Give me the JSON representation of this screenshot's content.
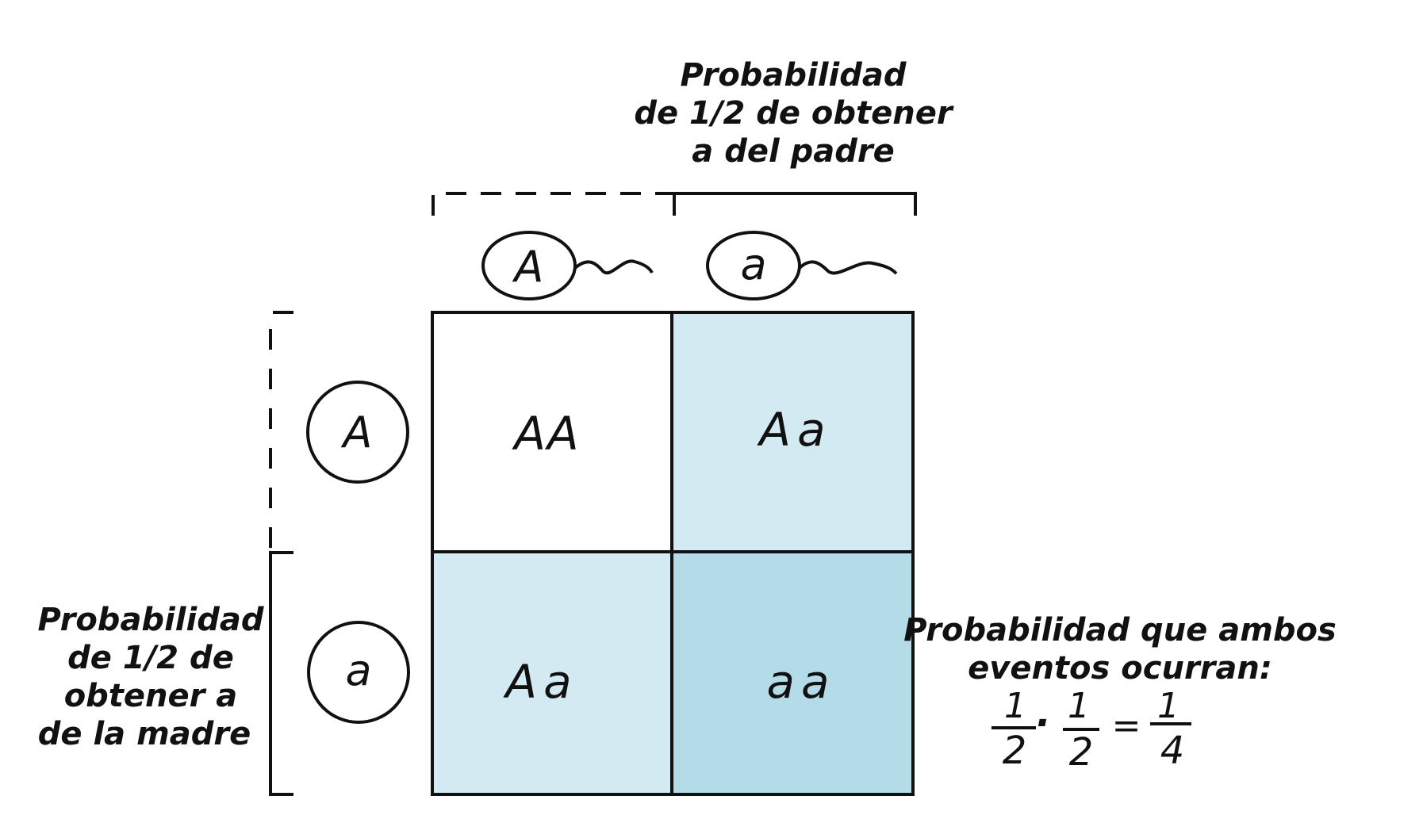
{
  "diagram": {
    "type": "punnett-square",
    "colors": {
      "cell_white": "#ffffff",
      "cell_light": "#d4eaf2",
      "cell_dark": "#b3dce8",
      "stroke": "#111111"
    },
    "father_label": [
      "Probabilidad",
      "de 1/2  de obtener",
      "a del padre"
    ],
    "mother_label": [
      "Probabilidad",
      "de 1/2  de",
      "obtener  a",
      "de la madre"
    ],
    "father_alleles": [
      "A",
      "a"
    ],
    "mother_alleles": [
      "A",
      "a"
    ],
    "cells": [
      {
        "genotype": "AA",
        "shade": "white"
      },
      {
        "genotype": "Aa",
        "shade": "light"
      },
      {
        "genotype": "Aa",
        "shade": "light"
      },
      {
        "genotype": "aa",
        "shade": "dark"
      }
    ],
    "result": {
      "label": [
        "Probabilidad que ambos",
        "eventos ocurran:"
      ],
      "equation": {
        "f1": {
          "num": "1",
          "den": "2"
        },
        "op1": "·",
        "f2": {
          "num": "1",
          "den": "2"
        },
        "op2": "=",
        "f3": {
          "num": "1",
          "den": "4"
        }
      }
    }
  }
}
